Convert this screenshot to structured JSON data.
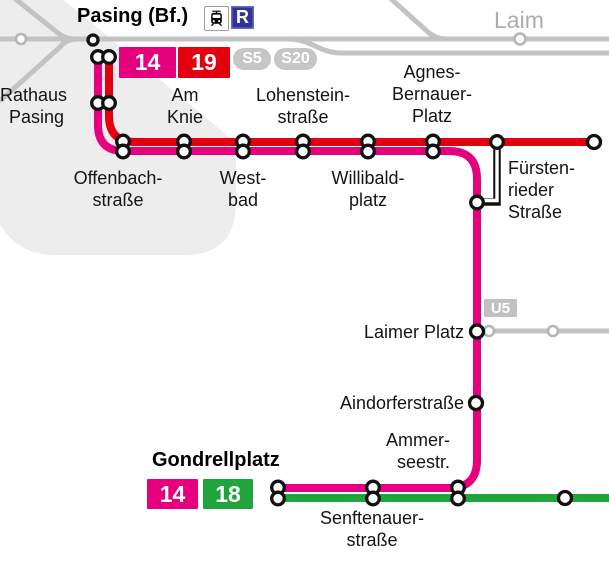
{
  "termini": {
    "pasing": "Pasing (Bf.)",
    "gondrellplatz": "Gondrellplatz"
  },
  "area_label": "Laim",
  "badges_top": [
    "14",
    "19",
    "S5",
    "S20"
  ],
  "badges_bottom": [
    "14",
    "18"
  ],
  "u5_badge_label": "U5",
  "r_badge_label": "R",
  "stations": {
    "rathaus_pasing": [
      "Rathaus",
      "Pasing"
    ],
    "offenbachstrasse": [
      "Offenbach-",
      "straße"
    ],
    "am_knie": [
      "Am",
      "Knie"
    ],
    "westbad": [
      "West-",
      "bad"
    ],
    "lohensteinstrasse": [
      "Lohenstein-",
      "straße"
    ],
    "willibaldplatz": [
      "Willibald-",
      "platz"
    ],
    "agnes_bernauer_platz": [
      "Agnes-",
      "Bernauer-",
      "Platz"
    ],
    "fuerstenrieder_strasse": [
      "Fürsten-",
      "rieder",
      "Straße"
    ],
    "laimer_platz": [
      "Laimer Platz"
    ],
    "aindorferstrasse": [
      "Aindorferstraße"
    ],
    "ammerseestrasse": [
      "Ammer-",
      "seestr."
    ],
    "senftenauerstrasse": [
      "Senftenauer-",
      "straße"
    ]
  },
  "colors": {
    "tram_14_pink": "#E5007D",
    "tram_19_red": "#E3000F",
    "tram_18_green": "#1FA53C",
    "sbahn_gray": "#C3C3C3",
    "u5_gray": "#C1C1C1",
    "regional_blue": "#31339B",
    "zone_shading": "#EDEDED"
  }
}
